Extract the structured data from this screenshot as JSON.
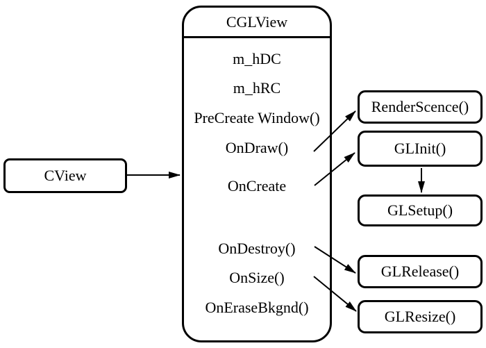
{
  "diagram": {
    "background": "#ffffff",
    "stroke_color": "#000000",
    "left_class": {
      "title": "CView"
    },
    "main_class": {
      "title": "CGLView",
      "members": [
        "m_hDC",
        "m_hRC",
        "PreCreate Window()",
        "OnDraw()",
        "OnCreate",
        "OnDestroy()",
        "OnSize()",
        "OnEraseBkgnd()"
      ]
    },
    "right_boxes": [
      {
        "label": "RenderScence()"
      },
      {
        "label": "GLInit()"
      },
      {
        "label": "GLSetup()"
      },
      {
        "label": "GLRelease()"
      },
      {
        "label": "GLResize()"
      }
    ],
    "relations": [
      {
        "from": "CView",
        "to": "CGLView"
      },
      {
        "from": "OnDraw()",
        "to": "RenderScence()"
      },
      {
        "from": "OnCreate",
        "to": "GLInit()"
      },
      {
        "from": "GLInit()",
        "to": "GLSetup()"
      },
      {
        "from": "OnDestroy()",
        "to": "GLRelease()"
      },
      {
        "from": "OnSize()",
        "to": "GLResize()"
      }
    ]
  }
}
